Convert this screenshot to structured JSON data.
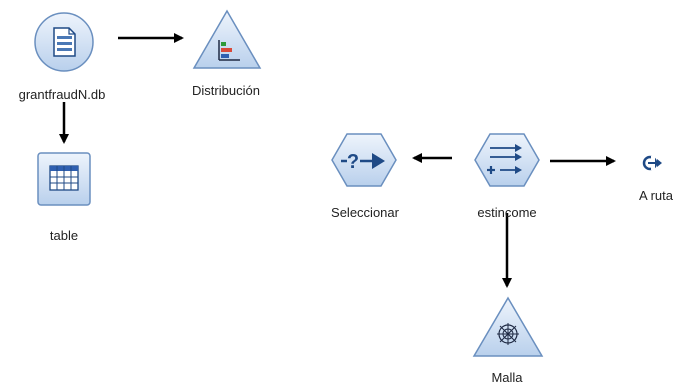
{
  "nodes": {
    "source": {
      "label": "grantfraudN.db",
      "kind": "database-source"
    },
    "distribution": {
      "label": "Distribución",
      "kind": "distribution-graph"
    },
    "table": {
      "label": "table",
      "kind": "table-output"
    },
    "select": {
      "label": "Seleccionar",
      "kind": "select-record-op"
    },
    "estincome": {
      "label": "estincome",
      "kind": "derive-op"
    },
    "route": {
      "label": "A ruta",
      "kind": "connector"
    },
    "web": {
      "label": "Malla",
      "kind": "web-graph"
    }
  },
  "links": [
    {
      "from": "grantfraudN.db",
      "to": "Distribución"
    },
    {
      "from": "grantfraudN.db",
      "to": "table"
    },
    {
      "from": "estincome",
      "to": "Seleccionar"
    },
    {
      "from": "estincome",
      "to": "A ruta"
    },
    {
      "from": "estincome",
      "to": "Malla"
    }
  ],
  "colors": {
    "node_fill_top": "#eef4fc",
    "node_fill_bottom": "#b9d0ec",
    "node_stroke": "#6a8fbf",
    "glyph": "#1f4a86",
    "arrow": "#000000"
  }
}
